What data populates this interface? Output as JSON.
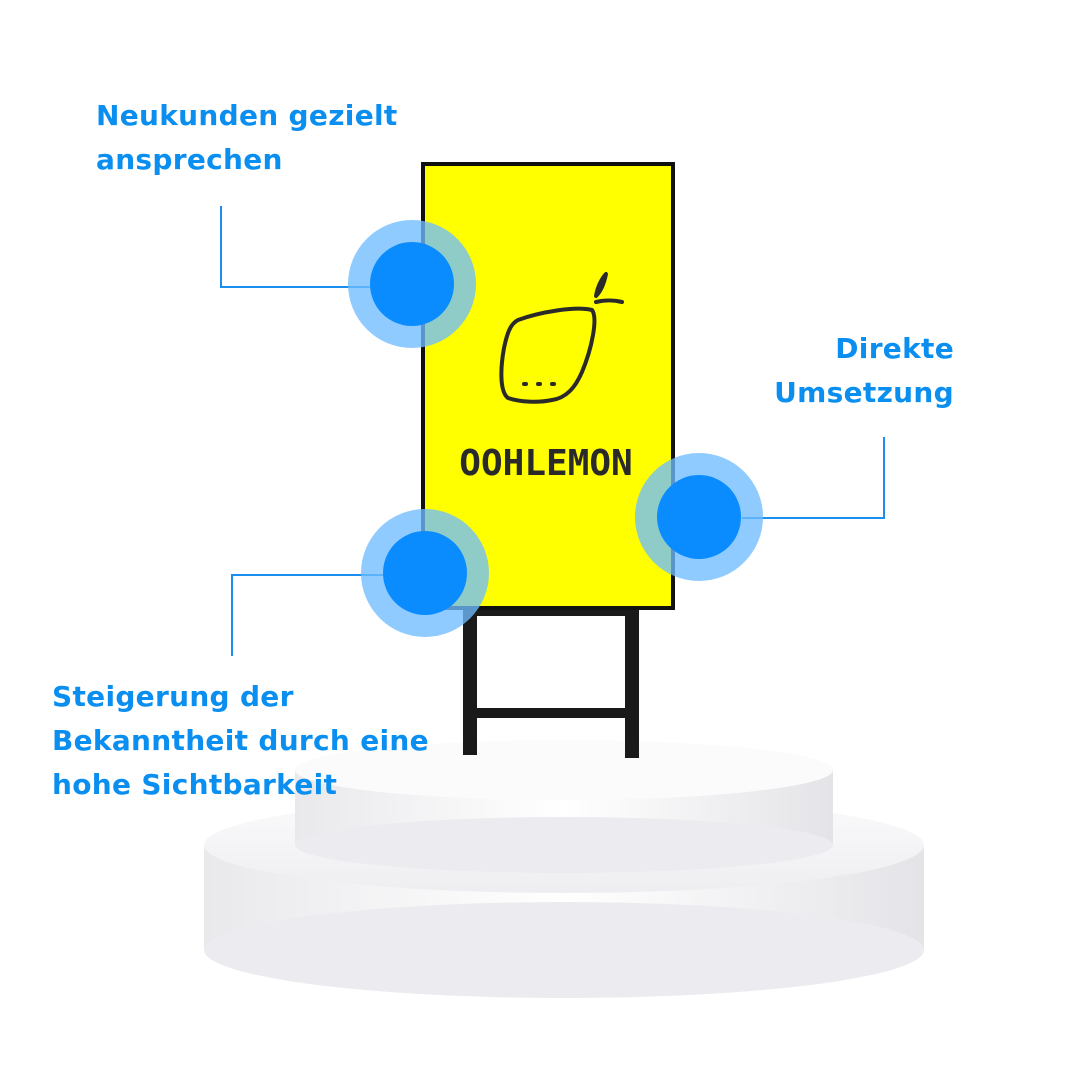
{
  "brand": {
    "name": "OOHLEMON",
    "sign_color": "#ffff00",
    "frame_color": "#111111"
  },
  "callouts": {
    "new_customers": {
      "lines": [
        "Neukunden gezielt",
        "ansprechen"
      ]
    },
    "direct_implementation": {
      "lines": [
        "Direkte",
        "Umsetzung"
      ]
    },
    "awareness": {
      "lines": [
        "Steigerung der",
        "Bekanntheit durch eine",
        "hohe Sichtbarkeit"
      ]
    }
  },
  "colors": {
    "accent": "#0a8ff0",
    "marker_core": "#0a8cff",
    "marker_ring": "#70bcff",
    "podium": "#f2f2f4"
  },
  "icons": [
    "lemon-logo-icon"
  ]
}
